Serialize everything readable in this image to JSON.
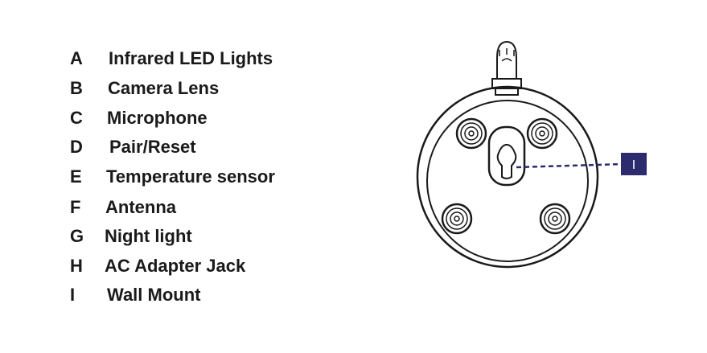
{
  "legend": {
    "items": [
      {
        "letter": "A",
        "label": "Infrared LED Lights"
      },
      {
        "letter": "B",
        "label": "Camera Lens"
      },
      {
        "letter": "C",
        "label": "Microphone"
      },
      {
        "letter": "D",
        "label": "Pair/Reset"
      },
      {
        "letter": "E",
        "label": "Temperature sensor"
      },
      {
        "letter": "F",
        "label": "Antenna"
      },
      {
        "letter": "G",
        "label": "Night light"
      },
      {
        "letter": "H",
        "label": "AC Adapter Jack"
      },
      {
        "letter": "I",
        "label": "Wall Mount"
      }
    ]
  },
  "diagram": {
    "callout_label": "I",
    "colors": {
      "outline": "#1a1a1a",
      "callout": "#2c2b6e"
    }
  }
}
